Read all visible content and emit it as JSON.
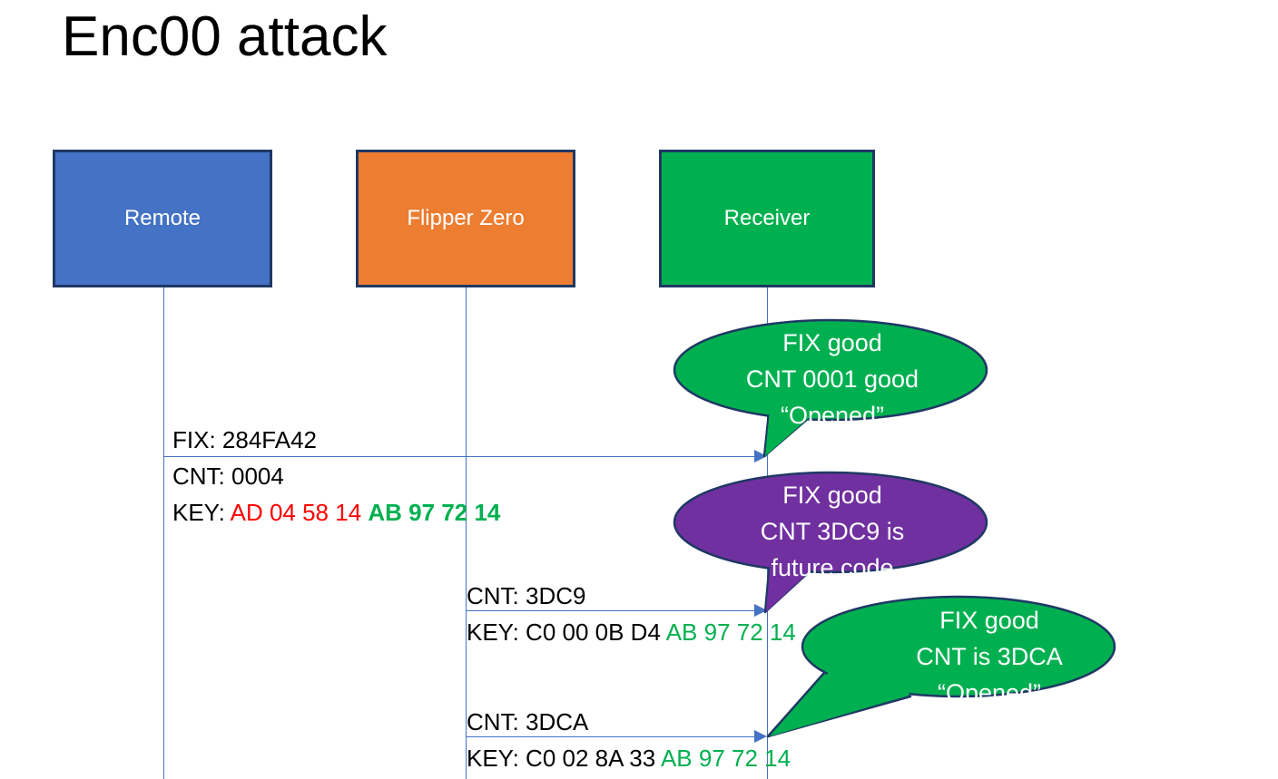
{
  "slide": {
    "title": "Enc00 attack",
    "background_color": "#FFFFFF"
  },
  "colors": {
    "remote_blue": "#4472C4",
    "flipper_orange": "#ED7D31",
    "receiver_green": "#00B050",
    "callout_purple": "#7030A0",
    "border_navy": "#1F3864",
    "hex_red": "#FF0000",
    "hex_green": "#00B050",
    "text_black": "#000000"
  },
  "actors": [
    {
      "id": "remote",
      "label": "Remote",
      "color": "#4472C4"
    },
    {
      "id": "flipper",
      "label": "Flipper Zero",
      "color": "#ED7D31"
    },
    {
      "id": "receiver",
      "label": "Receiver",
      "color": "#00B050"
    }
  ],
  "messages": [
    {
      "id": "msg1",
      "from": "remote",
      "to": "receiver",
      "fix_line": "FIX: 284FA42",
      "cnt_line": "CNT: 0004",
      "key_label": "KEY: ",
      "key_part1": "AD 04 58 14",
      "key_part1_color": "#FF0000",
      "key_part2": "AB 97 72 14",
      "key_part2_color": "#00B050"
    },
    {
      "id": "msg2",
      "from": "flipper",
      "to": "receiver",
      "cnt_line": "CNT: 3DC9",
      "key_label": "KEY: ",
      "key_part1": "C0 00 0B D4",
      "key_part1_color": "#000000",
      "key_part2": "AB 97 72 14",
      "key_part2_color": "#00B050"
    },
    {
      "id": "msg3",
      "from": "flipper",
      "to": "receiver",
      "cnt_line": "CNT: 3DCA",
      "key_label": "KEY: ",
      "key_part1": "C0 02 8A 33",
      "key_part1_color": "#000000",
      "key_part2": "AB 97 72 14",
      "key_part2_color": "#00B050"
    }
  ],
  "callouts": [
    {
      "id": "callout1",
      "color": "#00B050",
      "line1": "FIX good",
      "line2": "CNT 0001 good",
      "line3": "“Opened”"
    },
    {
      "id": "callout2",
      "color": "#7030A0",
      "line1": "FIX good",
      "line2": "CNT 3DC9 is",
      "line3": "future code"
    },
    {
      "id": "callout3",
      "color": "#00B050",
      "line1": "FIX good",
      "line2": "CNT is 3DCA",
      "line3": "“Opened”"
    }
  ]
}
